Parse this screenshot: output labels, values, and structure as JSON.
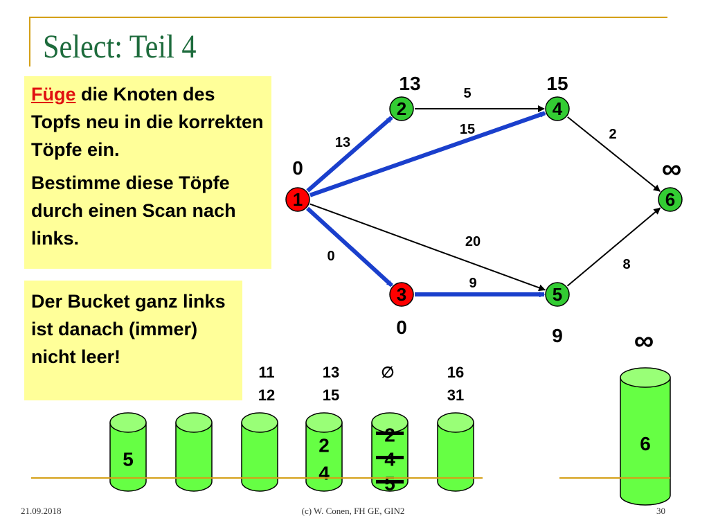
{
  "title": "Select: Teil 4",
  "box1": {
    "highlight": "Füge",
    "line1_rest": " die Knoten des Topfs neu in die korrekten Töpfe ein.",
    "para2": "Bestimme diese Töpfe durch einen Scan nach links."
  },
  "box2": {
    "text": "Der Bucket ganz links ist danach (immer) nicht leer!"
  },
  "graph": {
    "nodes": [
      {
        "id": "1",
        "dist": "0",
        "color": "#ff0000"
      },
      {
        "id": "2",
        "dist": "13",
        "color": "#33cc33"
      },
      {
        "id": "3",
        "dist": "0",
        "color": "#ff0000"
      },
      {
        "id": "4",
        "dist": "15",
        "color": "#33cc33"
      },
      {
        "id": "5",
        "dist": "9",
        "color": "#33cc33"
      },
      {
        "id": "6",
        "dist": "∞",
        "color": "#33cc33"
      }
    ],
    "edges": [
      {
        "from": "1",
        "to": "2",
        "w": "13",
        "tree": true
      },
      {
        "from": "1",
        "to": "4",
        "w": "15",
        "tree": true
      },
      {
        "from": "1",
        "to": "3",
        "w": "0",
        "tree": true
      },
      {
        "from": "1",
        "to": "5",
        "w": "20",
        "tree": false
      },
      {
        "from": "2",
        "to": "4",
        "w": "5",
        "tree": false
      },
      {
        "from": "4",
        "to": "6",
        "w": "2",
        "tree": false
      },
      {
        "from": "5",
        "to": "6",
        "w": "8",
        "tree": false
      },
      {
        "from": "3",
        "to": "5",
        "w": "9",
        "tree": true
      }
    ]
  },
  "bucket_ranges": [
    {
      "lo": "11",
      "hi": "12"
    },
    {
      "lo": "13",
      "hi": "15"
    },
    {
      "lo": "∅",
      "hi": ""
    },
    {
      "lo": "16",
      "hi": "31"
    }
  ],
  "buckets": [
    {
      "items": [
        "5"
      ]
    },
    {
      "items": []
    },
    {
      "items": []
    },
    {
      "items": [
        "2",
        "4"
      ]
    },
    {
      "items": [
        "2",
        "4",
        "5"
      ],
      "struck": true
    },
    {
      "items": []
    }
  ],
  "inf_bucket": {
    "label": "∞",
    "items": [
      "6"
    ]
  },
  "colors": {
    "tree_edge": "#1a3fcc",
    "bucket": "#66ff44",
    "accent": "#d4a017"
  },
  "footer": {
    "date": "21.09.2018",
    "center": "(c) W. Conen, FH GE, GIN2",
    "page": "30"
  }
}
